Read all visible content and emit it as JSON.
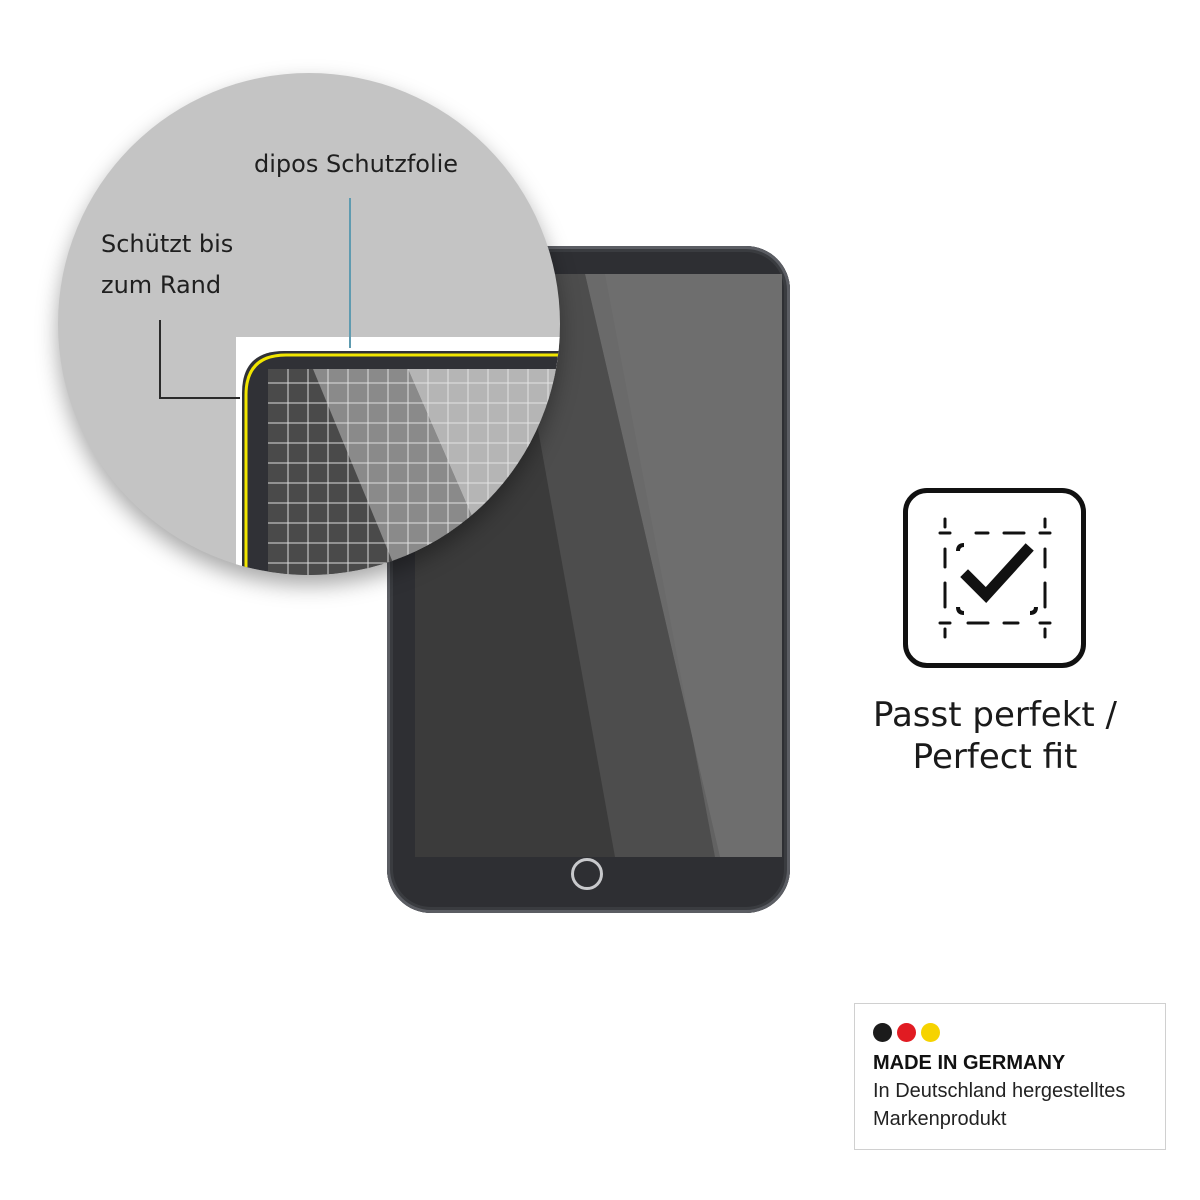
{
  "zoom_callout": {
    "label_protective_film": "dipos Schutzfolie",
    "label_edge_line1": "Schützt bis",
    "label_edge_line2": "zum Rand",
    "highlight_color": "#f2e600"
  },
  "fit_badge": {
    "icon": "check-in-frame-icon",
    "label_line1": "Passt perfekt /",
    "label_line2": "Perfect fit"
  },
  "made_in_germany": {
    "flag_colors": [
      "#1b1b1b",
      "#e11b22",
      "#f6d300"
    ],
    "title": "MADE IN GERMANY",
    "line1": "In Deutschland hergestelltes",
    "line2": "Markenprodukt"
  }
}
